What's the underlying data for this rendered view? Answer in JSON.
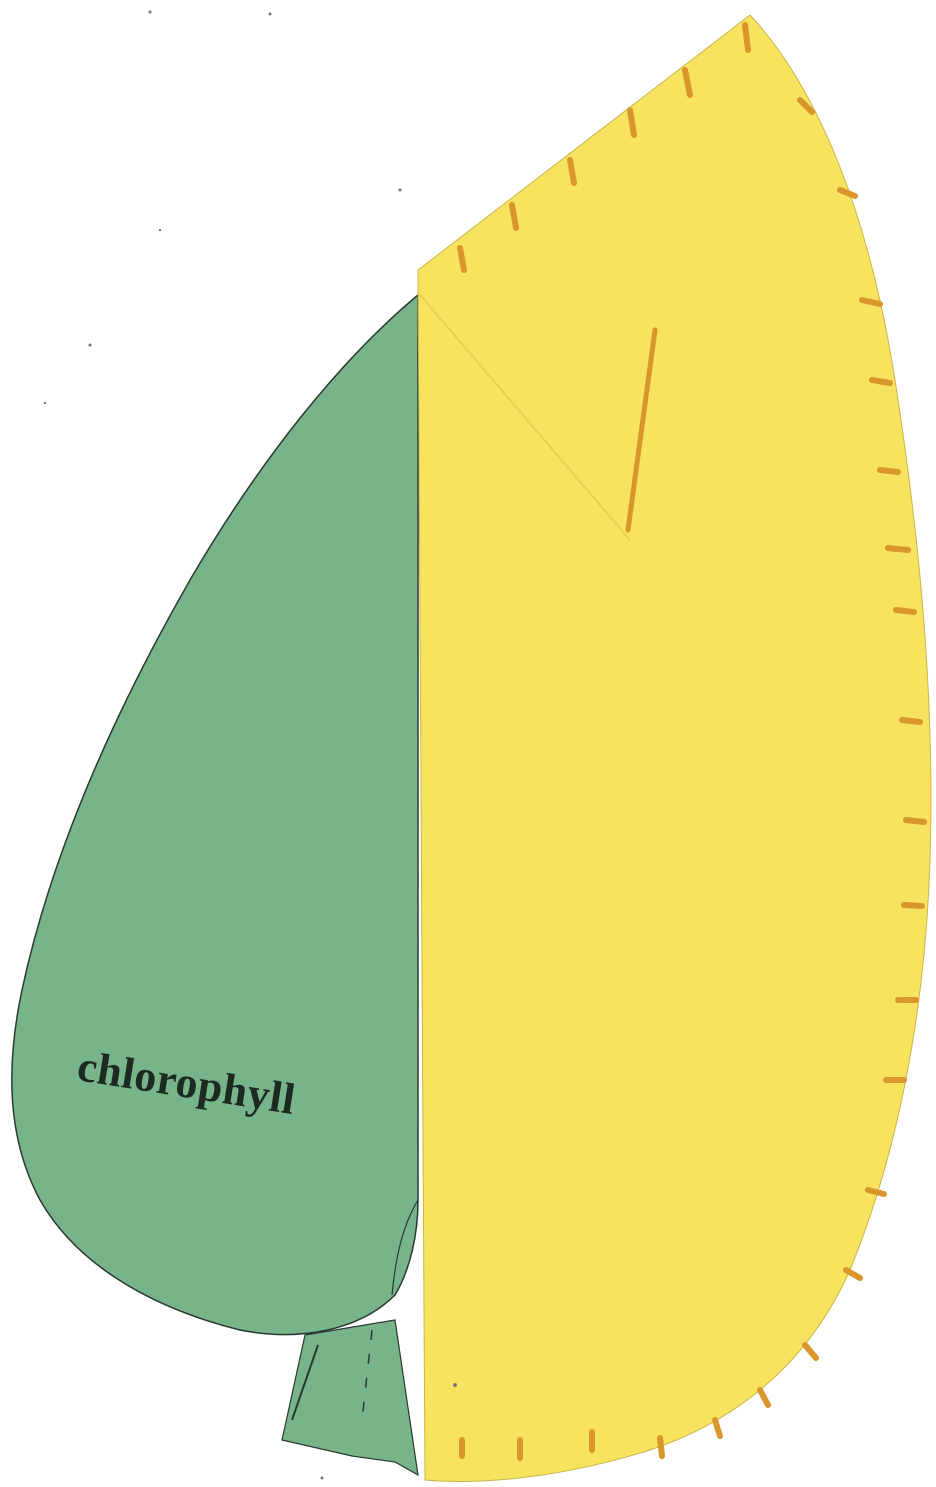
{
  "label": {
    "text": "chlorophyll"
  },
  "colors": {
    "background": "#ffffff",
    "green_half": "#77b48a",
    "yellow_half": "#f7e35e",
    "stitch": "#d9962a",
    "outline": "#2a3a30",
    "label_text": "#1d2a22"
  },
  "icons": {
    "green_leaf_half": "leaf-shape",
    "yellow_leaf_half": "leaf-shape",
    "stitching": "dashed-stitch-marks"
  }
}
